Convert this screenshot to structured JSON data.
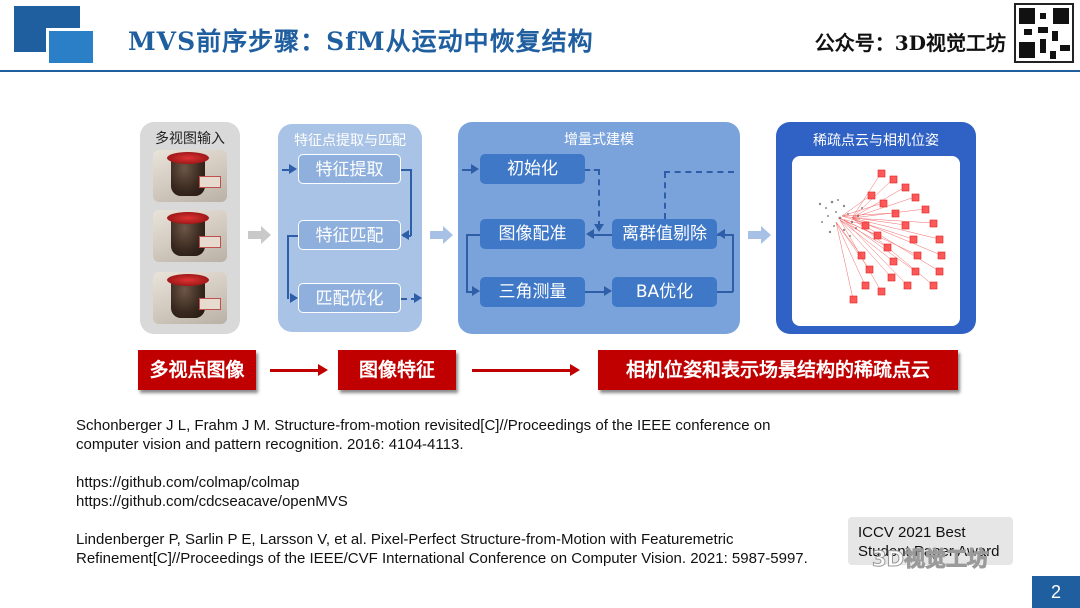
{
  "header": {
    "title": "MVS前序步骤：SfM从运动中恢复结构",
    "brand": "公众号：3D视觉工坊"
  },
  "diagram": {
    "input_panel": {
      "label": "多视图输入"
    },
    "feature_panel": {
      "label": "特征点提取与匹配",
      "boxes": [
        "特征提取",
        "特征匹配",
        "匹配优化"
      ]
    },
    "incremental_panel": {
      "label": "增量式建模",
      "boxes": [
        "初始化",
        "图像配准",
        "离群值剔除",
        "三角测量",
        "BA优化"
      ]
    },
    "output_panel": {
      "label": "稀疏点云与相机位姿"
    }
  },
  "flow": {
    "items": [
      "多视点图像",
      "图像特征",
      "相机位姿和表示场景结构的稀疏点云"
    ]
  },
  "references": [
    "Schonberger J L, Frahm J M. Structure-from-motion revisited[C]//Proceedings of the IEEE conference on",
    "computer vision and pattern recognition. 2016: 4104-4113.",
    "https://github.com/colmap/colmap",
    "https://github.com/cdcseacave/openMVS",
    "Lindenberger P, Sarlin P E, Larsson V, et al. Pixel-Perfect Structure-from-Motion with Featuremetric",
    "Refinement[C]//Proceedings of the IEEE/CVF International Conference on Computer Vision. 2021: 5987-5997."
  ],
  "award": {
    "line1": "ICCV 2021 Best",
    "line2": "Student Paper Award"
  },
  "watermark": "3D视觉工坊",
  "page_number": "2",
  "colors": {
    "primary": "#1f5e9f",
    "accent_red": "#c00000",
    "panel_light": "#a9c3e6",
    "panel_mid": "#7aa3dc",
    "panel_dark": "#2f62c4"
  }
}
